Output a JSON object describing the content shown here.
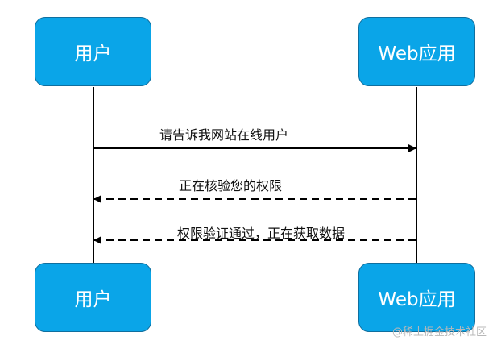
{
  "actors": {
    "left": "用户",
    "right": "Web应用"
  },
  "messages": [
    {
      "label": "请告诉我网站在线用户",
      "from": "left",
      "to": "right",
      "style": "solid"
    },
    {
      "label": "正在核验您的权限",
      "from": "right",
      "to": "left",
      "style": "dashed"
    },
    {
      "label": "权限验证通过，正在获取数据",
      "from": "right",
      "to": "left",
      "style": "dashed"
    }
  ],
  "watermark": "@稀土掘金技术社区",
  "colors": {
    "actor_fill": "#0aa5e8",
    "actor_border": "#0f6f9f",
    "actor_text": "#ffffff",
    "line": "#000000"
  }
}
